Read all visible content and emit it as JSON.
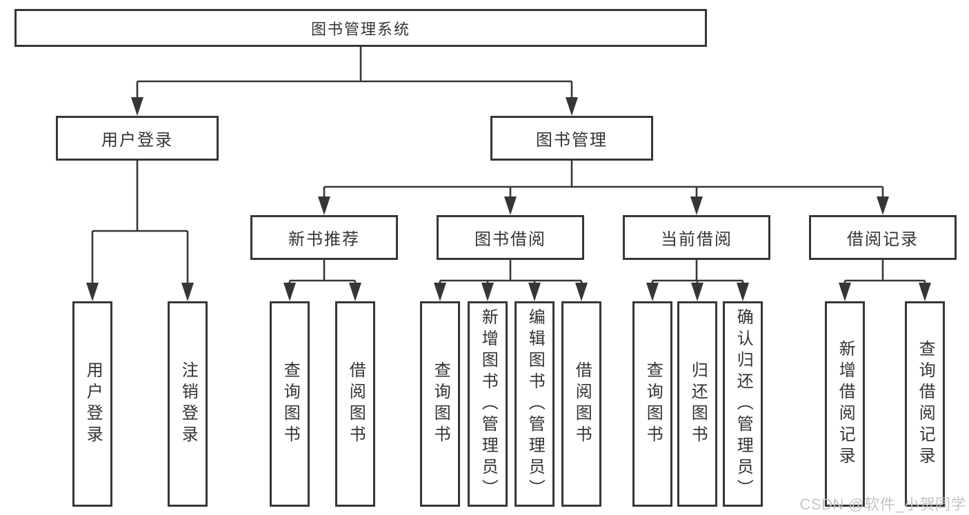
{
  "diagram_title": "图书管理系统",
  "tree": {
    "root": {
      "label": "图书管理系统",
      "children": [
        {
          "label": "用户登录",
          "children": [
            {
              "label": "用户登录"
            },
            {
              "label": "注销登录"
            }
          ]
        },
        {
          "label": "图书管理",
          "children": [
            {
              "label": "新书推荐",
              "children": [
                {
                  "label": "查询图书"
                },
                {
                  "label": "借阅图书"
                }
              ]
            },
            {
              "label": "图书借阅",
              "children": [
                {
                  "label": "查询图书"
                },
                {
                  "label": "新增图书（管理员）"
                },
                {
                  "label": "编辑图书（管理员）"
                },
                {
                  "label": "借阅图书"
                }
              ]
            },
            {
              "label": "当前借阅",
              "children": [
                {
                  "label": "查询图书"
                },
                {
                  "label": "归还图书"
                },
                {
                  "label": "确认归还（管理员）"
                }
              ]
            },
            {
              "label": "借阅记录",
              "children": [
                {
                  "label": "新增借阅记录"
                },
                {
                  "label": "查询借阅记录"
                }
              ]
            }
          ]
        }
      ]
    }
  },
  "watermark": {
    "text": "CSDN @软件_小贺同学"
  },
  "colors": {
    "background": "#ffffff",
    "box_border": "#363636",
    "connector_line": "#363636",
    "text": "#333333",
    "watermark_text": "#c4c4c4"
  }
}
